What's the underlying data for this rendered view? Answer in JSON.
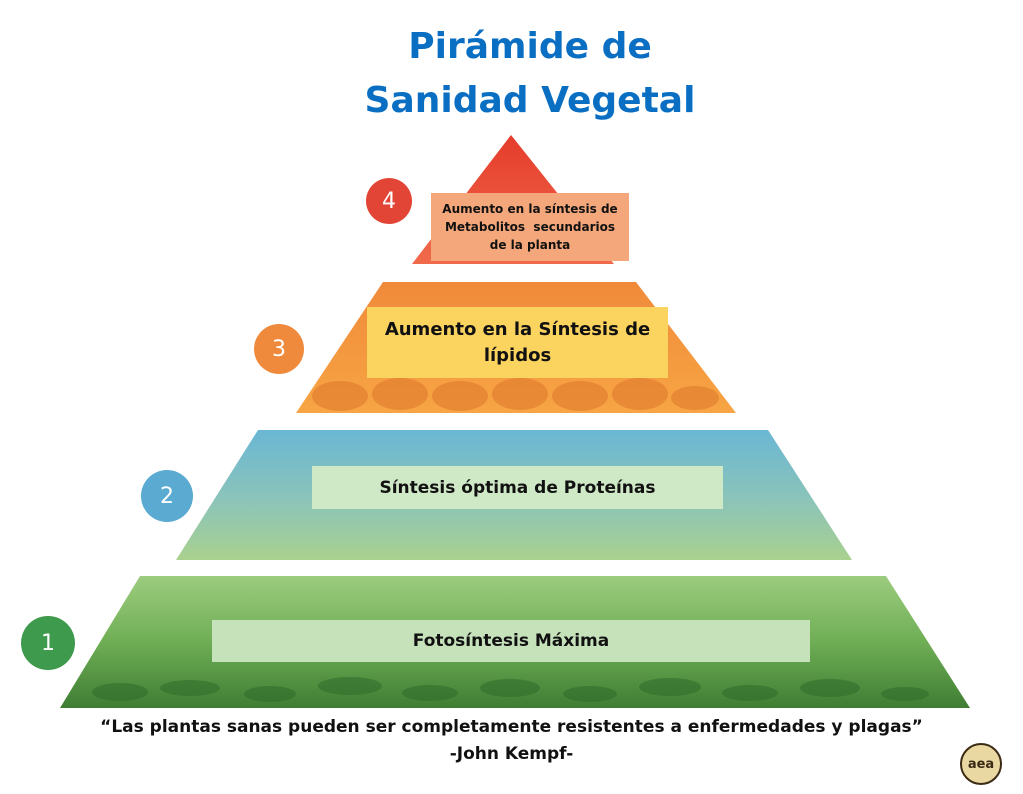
{
  "title": {
    "line1": "Pirámide de",
    "line2": "Sanidad Vegetal"
  },
  "levels": [
    {
      "number": "1",
      "label": "Fotosíntesis Máxima",
      "color": "#3e9a4c"
    },
    {
      "number": "2",
      "label": "Síntesis óptima de Proteínas",
      "color": "#5aaad1"
    },
    {
      "number": "3",
      "label_lines": [
        "Aumento en la Síntesis de",
        "lípidos"
      ],
      "color": "#ef8a3c"
    },
    {
      "number": "4",
      "label_lines": [
        "Aumento en la síntesis de",
        "Metabolitos  secundarios",
        "de la planta"
      ],
      "color": "#e24435"
    }
  ],
  "quote": "“Las plantas sanas pueden ser completamente resistentes a enfermedades y plagas”",
  "author": "-John Kempf-",
  "logo": {
    "text": "aea",
    "icon": "aea-logo-icon"
  }
}
